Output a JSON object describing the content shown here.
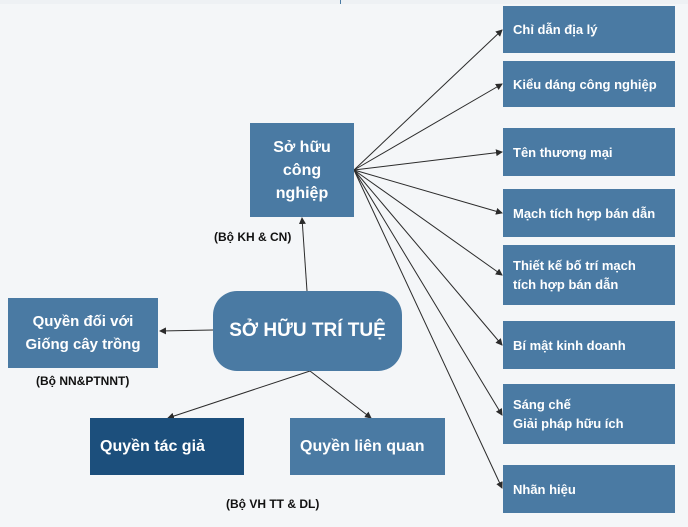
{
  "center": {
    "label": "SỞ HỮU TRÍ TUỆ"
  },
  "industrial": {
    "label": "Sở hữu công nghiệp",
    "line1": "Sở hữu",
    "line2": "công",
    "line3": "nghiệp",
    "ministry": "(Bộ KH & CN)"
  },
  "plant": {
    "line1": "Quyền đối với",
    "line2": "Giống cây trồng",
    "ministry": "(Bộ NN&PTNNT)"
  },
  "copyright": {
    "label": "Quyền tác giả"
  },
  "related": {
    "label": "Quyền liên quan"
  },
  "culture_ministry": "(Bộ VH TT & DL)",
  "industrial_items": [
    {
      "line1": "Chỉ dẫn địa lý",
      "line2": ""
    },
    {
      "line1": "Kiểu dáng công nghiệp",
      "line2": ""
    },
    {
      "line1": "Tên thương mại",
      "line2": ""
    },
    {
      "line1": "Mạch tích hợp bán dẫn",
      "line2": ""
    },
    {
      "line1": "Thiết kế bố trí mạch",
      "line2": "tích hợp bán dẫn"
    },
    {
      "line1": "Bí mật kinh doanh",
      "line2": ""
    },
    {
      "line1": "Sáng chế",
      "line2": "Giải pháp hữu ích"
    },
    {
      "line1": "Nhãn hiệu",
      "line2": ""
    }
  ],
  "colors": {
    "box": "#4a7aa3",
    "dark_box": "#1c4f7c",
    "line": "#2b2b2b"
  }
}
